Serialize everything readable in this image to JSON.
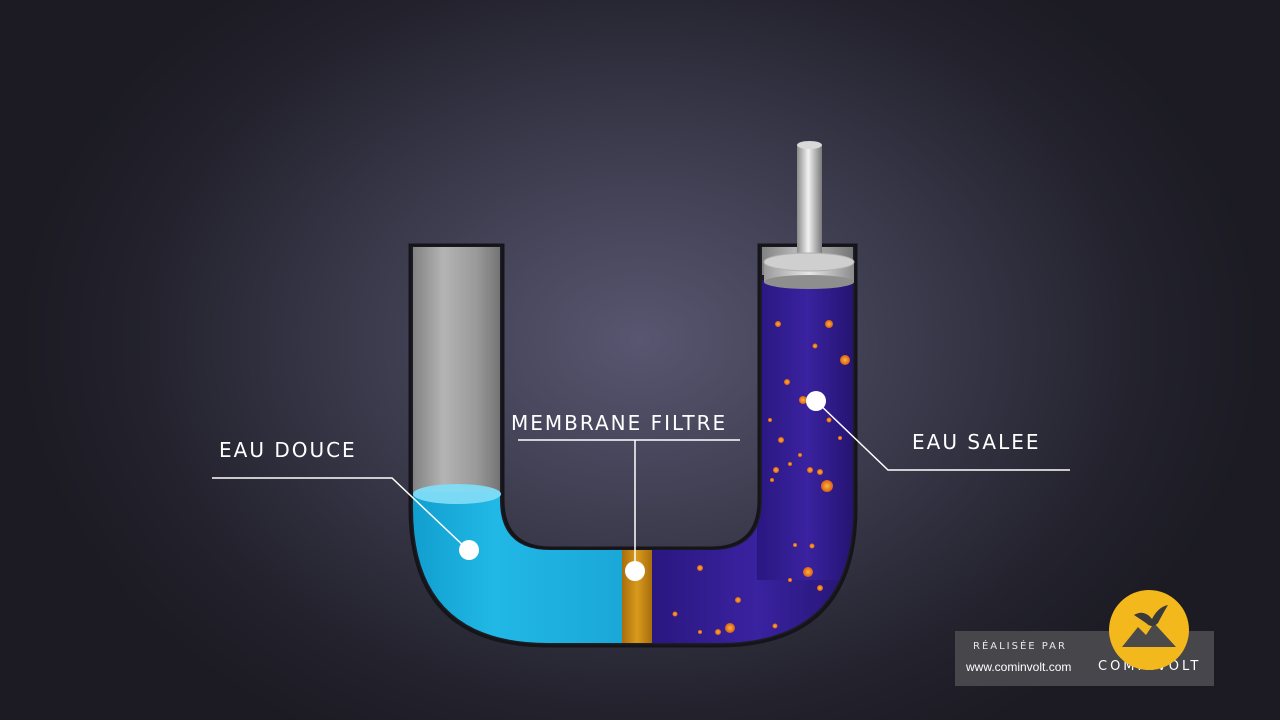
{
  "labels": {
    "fresh_water": "EAU DOUCE",
    "membrane": "MEMBRANE FILTRE",
    "salt_water": "EAU SALEE"
  },
  "credit": {
    "made_by": "RÉALISÉE PAR",
    "url": "www.cominvolt.com",
    "brand": "COMINVOLT"
  },
  "colors": {
    "fresh_water": "#1ab0e0",
    "salt_water": "#2e1b8c",
    "membrane": "#c98a12",
    "tube_wall": "#9c9c9c",
    "particles": "#e8781a",
    "logo": "#f2b81c"
  }
}
